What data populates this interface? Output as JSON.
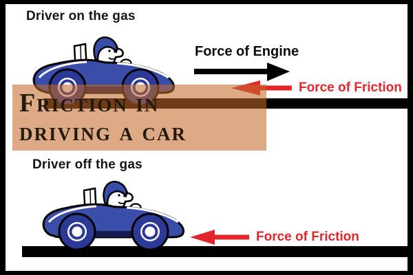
{
  "title": {
    "line1": "Friction in",
    "line2": "driving a car"
  },
  "panels": {
    "top": {
      "caption": "Driver on the gas",
      "engine_arrow": {
        "label": "Force of Engine",
        "direction": "right"
      },
      "friction_arrow": {
        "label": "Force of Friction",
        "direction": "left"
      }
    },
    "bottom": {
      "caption": "Driver off the gas",
      "friction_arrow": {
        "label": "Force of Friction",
        "direction": "left"
      }
    }
  },
  "colors": {
    "friction_red": "#e2262c",
    "engine_black": "#000000",
    "car_blue": "#3a4da8",
    "wheel_navy": "#2c3a95",
    "overlay_tan": "rgba(195,105,40,0.57)",
    "road_black": "#000000",
    "title_text": "#241b10"
  }
}
